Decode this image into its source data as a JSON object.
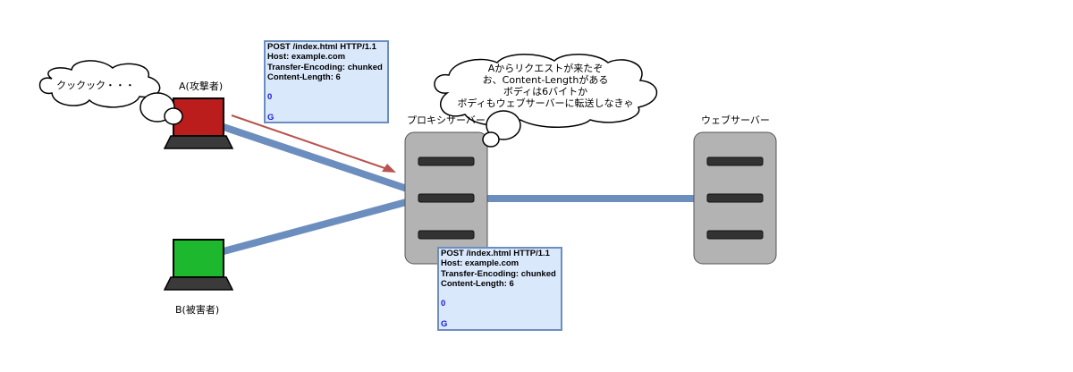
{
  "nodes": {
    "attacker_label": "A(攻撃者)",
    "victim_label": "B(被害者)",
    "proxy_label": "プロキシサーバー",
    "web_label": "ウェブサーバー"
  },
  "attacker_thought": "クックック・・・",
  "proxy_thought": [
    "Aからリクエストが来たぞ",
    "お、Content-Lengthがある",
    "ボディは6バイトか",
    "ボディもウェブサーバーに転送しなきゃ"
  ],
  "request_top": {
    "lines": [
      "POST /index.html HTTP/1.1",
      "Host: example.com",
      "Transfer-Encoding: chunked",
      "Content-Length: 6"
    ],
    "body": [
      "0",
      "G"
    ]
  },
  "request_bottom": {
    "lines": [
      "POST /index.html HTTP/1.1",
      "Host: example.com",
      "Transfer-Encoding: chunked",
      "Content-Length: 6"
    ],
    "body": [
      "0",
      "G"
    ]
  },
  "colors": {
    "attacker_screen": "#bb1c1c",
    "victim_screen": "#1db82d",
    "link": "#6c8ebf",
    "arrow": "#b85450",
    "server": "#b3b3b3",
    "request_fill": "#dae8fc"
  }
}
